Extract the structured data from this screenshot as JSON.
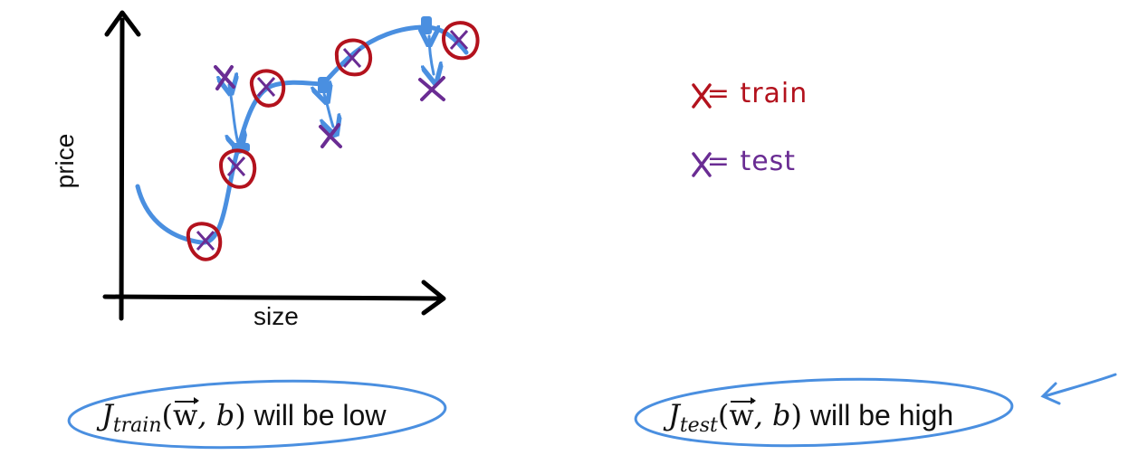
{
  "axes": {
    "ylabel": "price",
    "xlabel": "size"
  },
  "legend": {
    "train_symbol": "x",
    "train_text": "= train",
    "test_symbol": "x",
    "test_text": "= test"
  },
  "cost_train": {
    "j": "J",
    "subscript": "train",
    "open": "(",
    "w": "w",
    "comma_b": ", b",
    "close": ")",
    "text": " will be low"
  },
  "cost_test": {
    "j": "J",
    "subscript": "test",
    "open": "(",
    "w": "w",
    "comma_b": ", b",
    "close": ")",
    "text": " will be high"
  },
  "colors": {
    "train": "#b3121d",
    "test": "#6a2c93",
    "curve": "#4a8fe0",
    "ink": "#111111"
  },
  "icons": {
    "train_point": "red-circled-x",
    "test_point": "purple-x",
    "pointer": "blue-arrow"
  }
}
